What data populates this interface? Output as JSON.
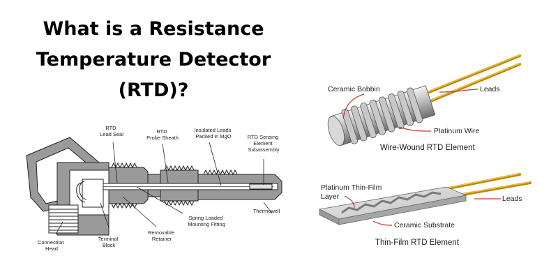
{
  "title": {
    "line1": "What is a Resistance",
    "line2": "Temperature Detector",
    "line3": "(RTD)?"
  },
  "assembly": {
    "lead_seal": [
      "RTD",
      "Lead Seal"
    ],
    "probe_sheath": [
      "RTD",
      "Probe Sheath"
    ],
    "insulated_leads": [
      "Insulated Leads",
      "Packed in MgO"
    ],
    "sensing_element": [
      "RTD Sensing",
      "Element",
      "Subassembly"
    ],
    "thermowell": "Thermowell",
    "spring_loaded": [
      "Spring Loaded",
      "Mounting Fitting"
    ],
    "removable_retainer": [
      "Removable",
      "Retainer"
    ],
    "terminal_block": [
      "Terminal",
      "Block"
    ],
    "connection_head": [
      "Connection",
      "Head"
    ]
  },
  "wire_wound": {
    "bobbin": "Ceramic Bobbin",
    "leads": "Leads",
    "wire": "Platinum Wire",
    "caption": "Wire-Wound RTD Element"
  },
  "thin_film": {
    "layer": [
      "Platinum Thin-Film",
      "Layer"
    ],
    "leads": "Leads",
    "substrate": "Ceramic Substrate",
    "caption": "Thin-Film RTD Element"
  },
  "colors": {
    "accent_line": "#c0392b",
    "lead_gold": "#d4a017",
    "metal_gray": "#b3b3b3"
  }
}
